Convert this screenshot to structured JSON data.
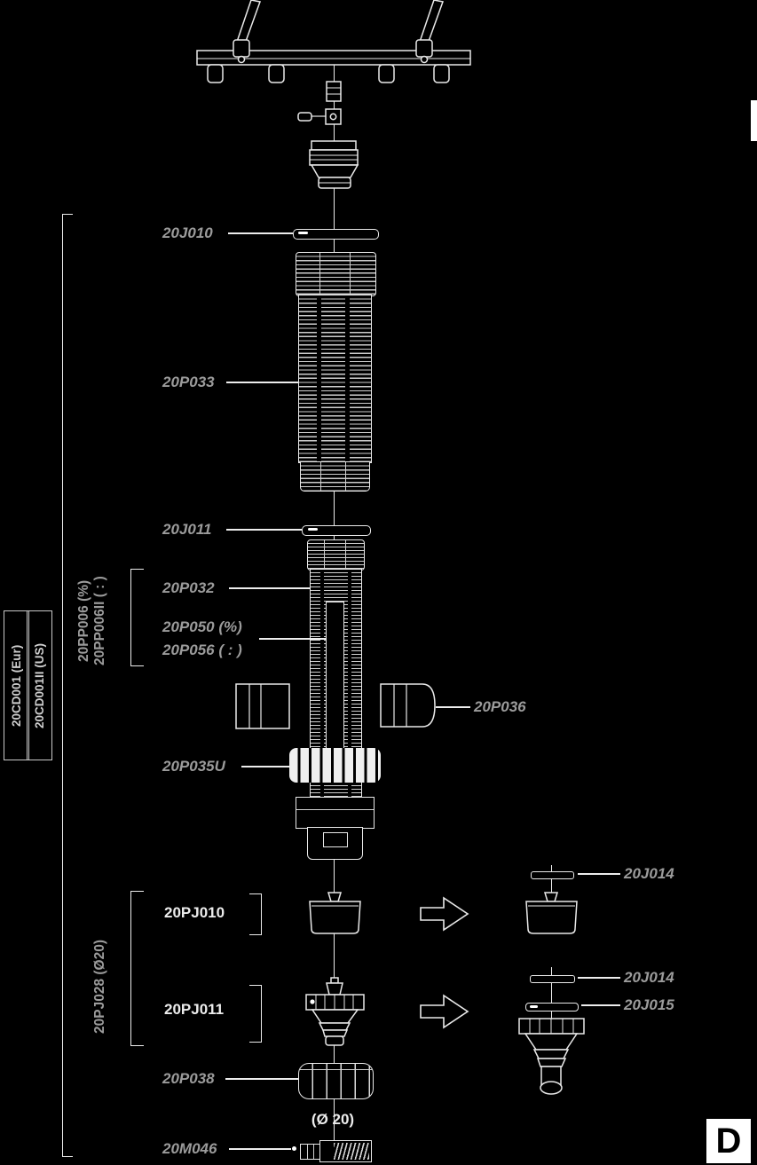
{
  "palette": {
    "background": "#000000",
    "line": "#ededed",
    "label_gray": "#9b9b9b",
    "label_white": "#ececec",
    "highlight_white": "#ffffff"
  },
  "reference_boxes": {
    "eur": "20CD001 (Eur)",
    "us": "20CD001II (US)"
  },
  "group_labels": {
    "pp006": "20PP006 (%)",
    "pp006ii": "20PP006II ( : )",
    "pj028": "20PJ028 (Ø20)"
  },
  "part_labels": {
    "j010": "20J010",
    "p033": "20P033",
    "j011": "20J011",
    "p032": "20P032",
    "p050": "20P050 (%)",
    "p056": "20P056 ( : )",
    "p036": "20P036",
    "p035u": "20P035U",
    "pj010": "20PJ010",
    "pj011": "20PJ011",
    "p038": "20P038",
    "m046": "20M046",
    "j014_upper": "20J014",
    "j014_lower": "20J014",
    "j015": "20J015"
  },
  "annotations": {
    "diameter": "(Ø 20)"
  },
  "page_marker": "D"
}
